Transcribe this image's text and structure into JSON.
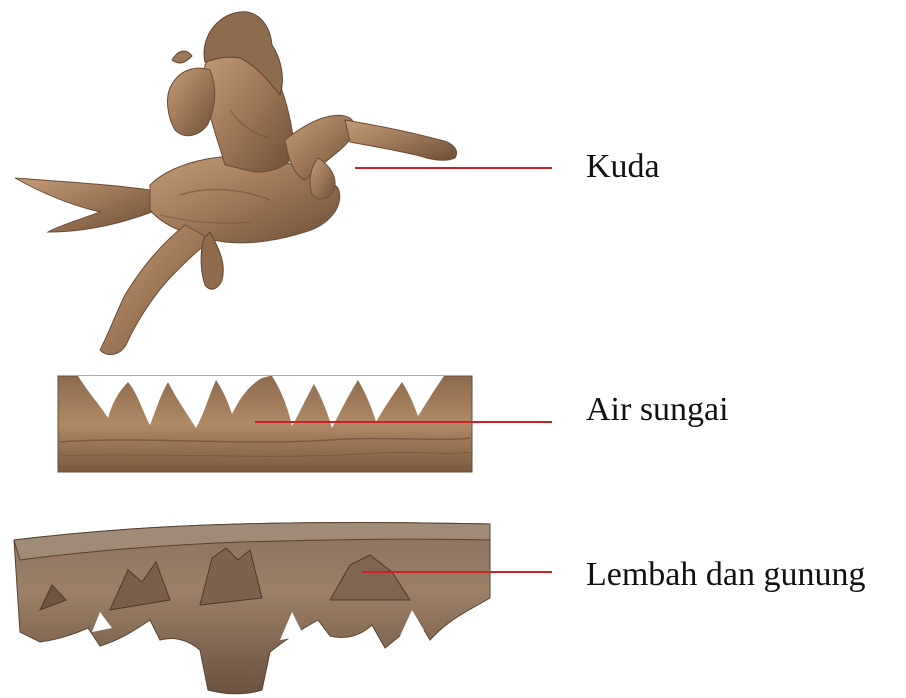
{
  "labels": {
    "horse": "Kuda",
    "river": "Air sungai",
    "valley": "Lembah dan gunung"
  },
  "colors": {
    "leader_line": "#d0202a",
    "wood_light": "#b38a66",
    "wood_mid": "#8f6a4c",
    "wood_dark": "#5e4330",
    "text": "#111111"
  }
}
